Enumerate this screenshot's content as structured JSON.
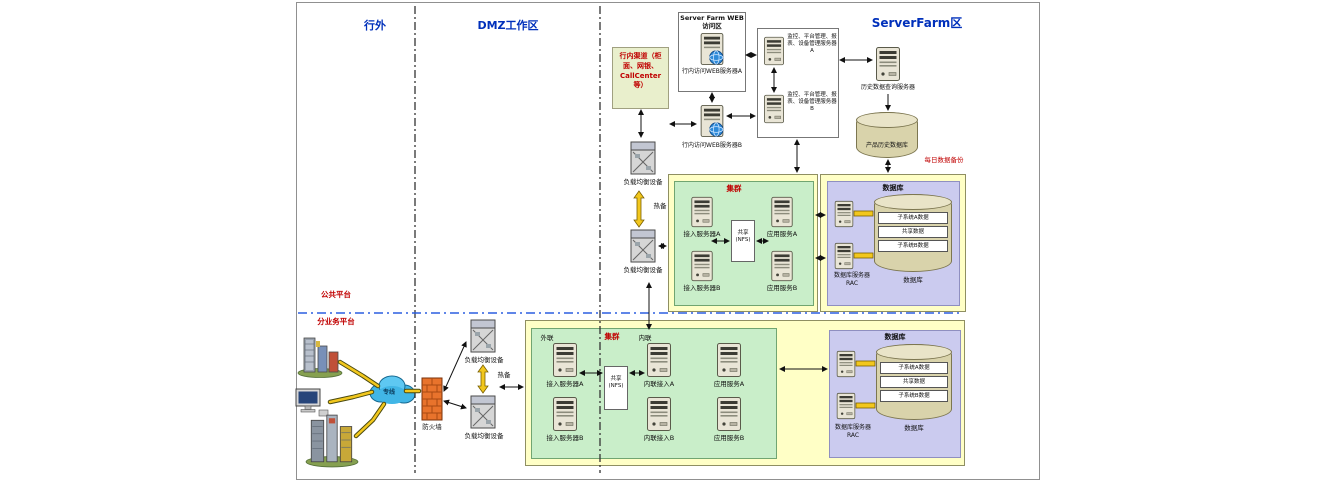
{
  "colors": {
    "zone_label_blue": "#0030bb",
    "accent_red": "#c00000",
    "box_yellow": "#ffffc6",
    "cluster_green": "#c9eec9",
    "db_purple": "#cbcbef",
    "channel_box_bg": "#e9efcc",
    "platform_divider_blue": "#2b5fe0",
    "hot_standby_yellow": "#f2c71d"
  },
  "icons": {
    "server": "tower-server",
    "web_server": "tower-server-with-globe",
    "load_balancer": "switch-device",
    "database": "cylinder",
    "cloud": "cloud",
    "firewall": "brick-wall",
    "pc": "desktop-computer",
    "buildings": "office-buildings"
  },
  "zones": {
    "outside": "行外",
    "dmz": "DMZ工作区",
    "serverfarm": "ServerFarm区",
    "public_platform": "公共平台",
    "business_platform": "分业务平台"
  },
  "shared": {
    "load_balancer": "负载均衡设备",
    "hot_standby": "热备",
    "cluster": "集群",
    "database": "数据库",
    "nfs_line1": "共享",
    "nfs_line2": "(NFS)",
    "rac_label": "数据库服务器 RAC",
    "band_sub_a": "子系统A数据",
    "band_shared": "共享数据",
    "band_sub_b": "子系统B数据",
    "access_a": "接入服务器A",
    "access_b": "接入服务器B",
    "app_a": "应用服务A",
    "app_b": "应用服务B"
  },
  "top": {
    "channel_label": "行内渠道（柜面、网银、CallCenter等）",
    "webzone_title": "Server Farm WEB访问区",
    "web_server_a": "行内访问WEB服务器A",
    "web_server_b": "行内访问WEB服务器B",
    "mgmt_server_a": "监控、平台管理、报表、设备管理服务器A",
    "mgmt_server_b": "监控、平台管理、报表、设备管理服务器B",
    "history_server": "历史数据查询服务器",
    "history_db": "产品历史数据库",
    "daily_backup": "每日数据备份"
  },
  "bottom": {
    "cloud_label": "专线",
    "firewall_label": "防火墙",
    "ext_label": "外联",
    "int_label": "内联",
    "int_access_a": "内联接入A",
    "int_access_b": "内联接入B"
  }
}
